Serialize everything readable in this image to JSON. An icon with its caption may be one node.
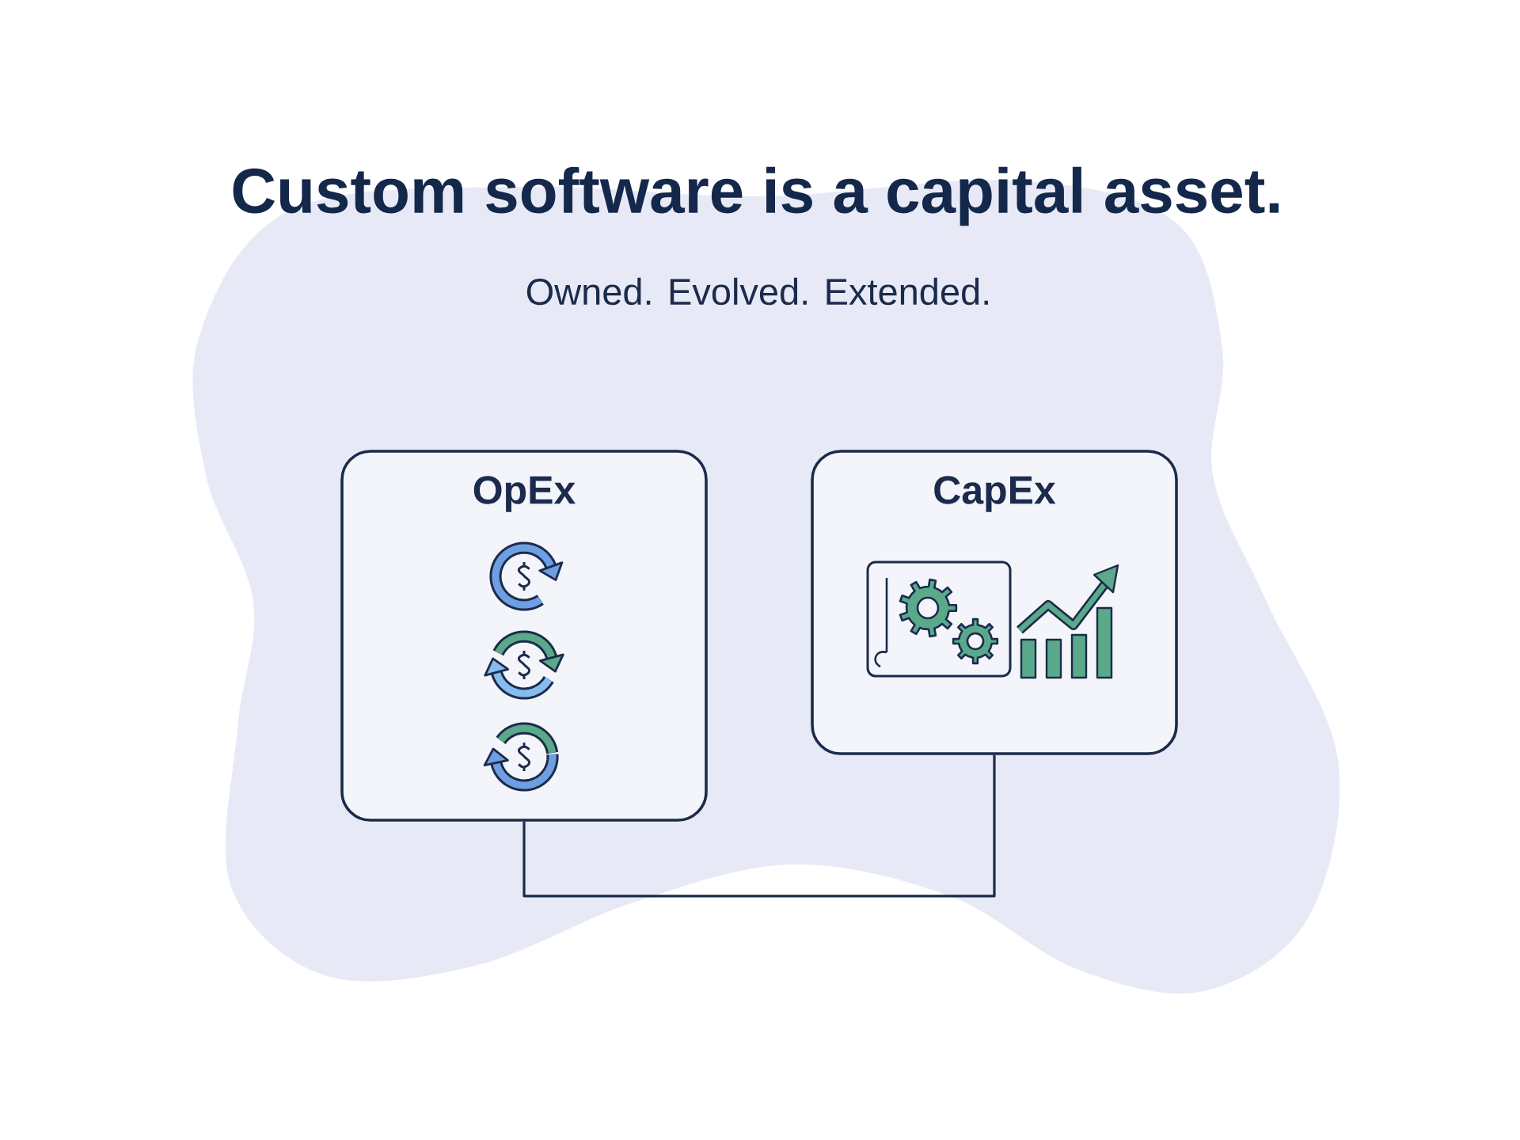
{
  "diagram": {
    "title": "Custom software is a capital asset.",
    "nodes": [
      {
        "text": [
          "OpEx"
        ]
      },
      {
        "text": [
          "CapEx"
        ]
      }
    ],
    "edges": [
      {
        "from": 0,
        "to": 1,
        "arrow": "none"
      }
    ],
    "labels": [
      "Owned. Evolved. Extended."
    ]
  }
}
